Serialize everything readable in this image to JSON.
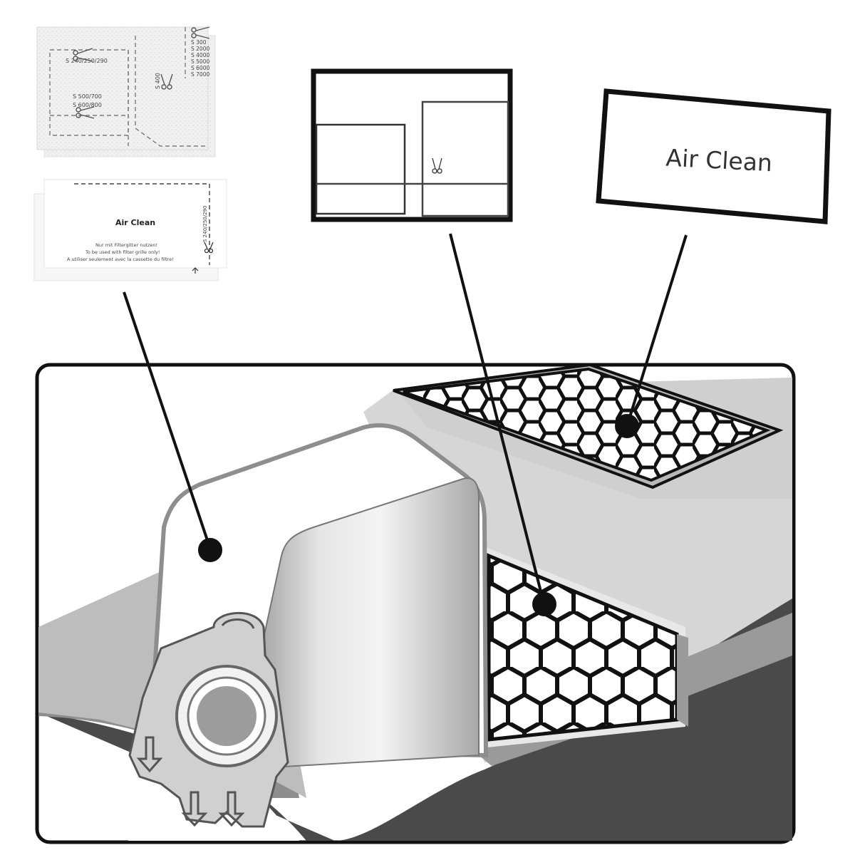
{
  "pack_top": {
    "codes_right": [
      "S 300",
      "S 2000",
      "S 4000",
      "S 5000",
      "S 6000",
      "S 7000"
    ],
    "code_vertical": "S 400",
    "code_a": "S 240/250/290",
    "code_b1": "S 500/700",
    "code_b2": "S 600/800"
  },
  "pack_bottom": {
    "title": "Air Clean",
    "line1": "Nur mit Filtergitter nutzen!",
    "line2": "To be used with filter grille only!",
    "line3": "A utiliser seulement avec la cassette du filtre!",
    "code_vertical": "S 240/250/290"
  },
  "callout": {
    "air_clean_label": "Air Clean"
  },
  "colors": {
    "outline": "#111111",
    "light_gray": "#d6d6d6",
    "mid_gray": "#8e8e8e",
    "dark_gray": "#4a4a4a"
  }
}
